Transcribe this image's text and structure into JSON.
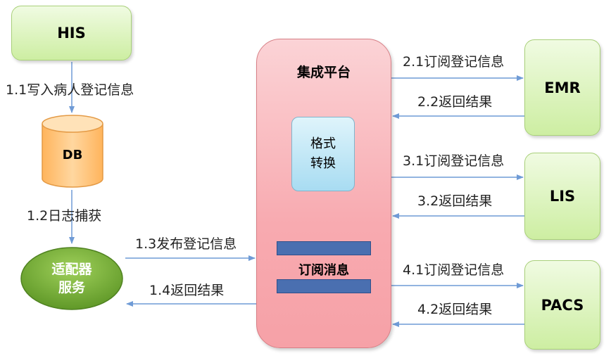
{
  "nodes": {
    "his": "HIS",
    "db": "DB",
    "adapter_line1": "适配器",
    "adapter_line2": "服务",
    "platform": "集成平台",
    "format_line1": "格式",
    "format_line2": "转换",
    "subscribe_msg": "订阅消息",
    "emr": "EMR",
    "lis": "LIS",
    "pacs": "PACS"
  },
  "edges": {
    "e11": "1.1写入病人登记信息",
    "e12": "1.2日志捕获",
    "e13": "1.3发布登记信息",
    "e14": "1.4返回结果",
    "e21": "2.1订阅登记信息",
    "e22": "2.2返回结果",
    "e31": "3.1订阅登记信息",
    "e32": "3.2返回结果",
    "e41": "4.1订阅登记信息",
    "e42": "4.2返回结果"
  },
  "colors": {
    "arrow": "#6f9bd6",
    "system_fill": "#d7f2b5",
    "platform_fill": "#f8aab0",
    "format_fill": "#bfe6f6",
    "db_fill": "#ffc98a",
    "adapter_fill": "#6aa52e",
    "bar_fill": "#4a6fb0"
  }
}
